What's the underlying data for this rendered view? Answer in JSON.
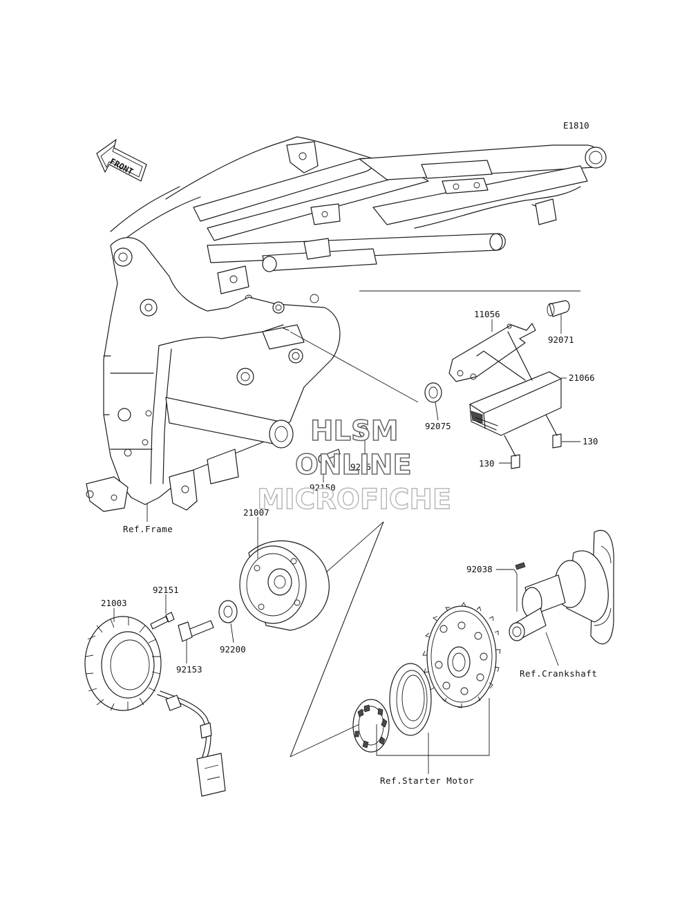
{
  "diagram_code": "E1810",
  "front_label": "FRONT",
  "watermark": {
    "line1": "HLSM",
    "line2": "ONLINE",
    "line3": "MICROFICHE"
  },
  "parts": [
    {
      "number": "11056"
    },
    {
      "number": "92071"
    },
    {
      "number": "21066"
    },
    {
      "number": "92075"
    },
    {
      "number": "130"
    },
    {
      "number": "130"
    },
    {
      "number": "92152"
    },
    {
      "number": "92150"
    },
    {
      "number": "21007"
    },
    {
      "number": "92038"
    },
    {
      "number": "21003"
    },
    {
      "number": "92151"
    },
    {
      "number": "92153"
    },
    {
      "number": "92200"
    }
  ],
  "references": {
    "frame": "Ref.Frame",
    "crankshaft": "Ref.Crankshaft",
    "starter_motor": "Ref.Starter Motor"
  }
}
